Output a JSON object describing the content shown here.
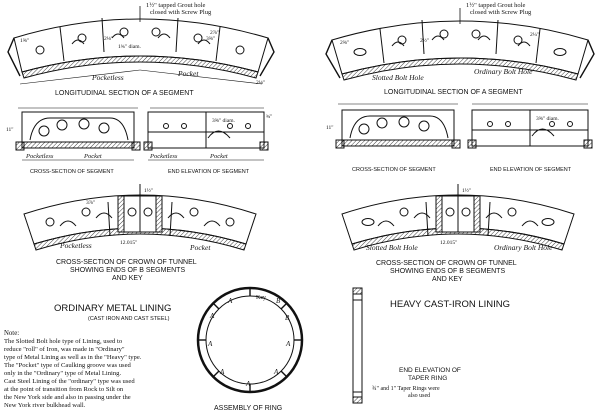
{
  "top_left": {
    "grout_note": [
      "1½\" tapped Grout hole",
      "closed with Screw Plug"
    ],
    "pocketless": "Pocketless",
    "pocket": "Pocket",
    "title": "LONGITUDINAL SECTION OF A SEGMENT"
  },
  "top_right": {
    "grout_note": [
      "1½\" tapped Grout hole",
      "closed with Screw Plug"
    ],
    "slotted": "Slotted Bolt Hole",
    "ordinary": "Ordinary Bolt Hole",
    "title": "LONGITUDINAL SECTION OF A SEGMENT"
  },
  "mid_left": {
    "pocketless": "Pocketless",
    "pocket": "Pocket",
    "cross_title": "CROSS-SECTION OF SEGMENT",
    "end_title": "END ELEVATION OF SEGMENT"
  },
  "mid_right": {
    "cross_title": "CROSS-SECTION OF SEGMENT",
    "end_title": "END ELEVATION OF SEGMENT"
  },
  "crown_left": {
    "pocketless": "Pocketless",
    "pocket": "Pocket",
    "title": [
      "CROSS-SECTION OF CROWN OF TUNNEL",
      "SHOWING ENDS OF B SEGMENTS",
      "AND KEY"
    ]
  },
  "crown_right": {
    "slotted": "Slotted Bolt Hole",
    "ordinary": "Ordinary Bolt Hole",
    "title": [
      "CROSS-SECTION OF CROWN OF TUNNEL",
      "SHOWING ENDS OF B SEGMENTS",
      "AND KEY"
    ]
  },
  "ordinary_lining": {
    "title": "ORDINARY METAL LINING",
    "subtitle": "(CAST IRON AND CAST STEEL)"
  },
  "heavy_lining": {
    "title": "HEAVY CAST-IRON LINING"
  },
  "ring": {
    "title": "ASSEMBLY OF RING",
    "key_label": "Key",
    "segment_labels": [
      "A",
      "A",
      "A",
      "A",
      "A",
      "A",
      "A",
      "B",
      "B"
    ]
  },
  "taper": {
    "title": [
      "END ELEVATION OF",
      "TAPER RING"
    ],
    "note": [
      "¾\" and 1\" Taper Rings were",
      "also used"
    ]
  },
  "dims": {
    "d1": "1½\"",
    "d2": "2⅛\"",
    "d3": "1¾\" diam.",
    "d4": "2½\"",
    "d5": "1⅝\"",
    "d6": "11\"",
    "d7": "2⅜\"",
    "d8": "3⅜\"",
    "d9": "2⅞\"",
    "d10": "12.015\"",
    "d11": "3⅞\"",
    "d12": "¾\"",
    "d13": "3⅝\" diam.",
    "d14": "2⅛\"",
    "d15": "2¼\""
  },
  "notes": {
    "heading": "Note:",
    "lines": [
      "The Slotted Bolt hole type of Lining, used to",
      "reduce \"roll\" of Iron, was made in \"Ordinary\"",
      "type of Metal Lining as well as in the \"Heavy\" type.",
      "The \"Pocket\" type of Caulking groove was used",
      "only in the \"Ordinary\" type of Metal Lining.",
      "Cast Steel Lining of the \"ordinary\" type was used",
      "at the point of transition from Rock to Silt on",
      "the New York side and also in passing under the",
      "New York river bulkhead wall."
    ]
  }
}
